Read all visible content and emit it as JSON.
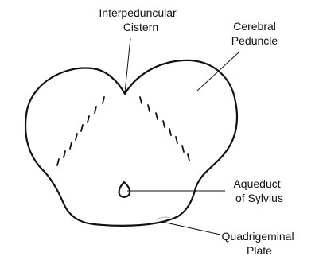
{
  "labels": {
    "interpeduncular": [
      "Interpeduncular",
      "Cistern"
    ],
    "cerebral": [
      "Cerebral",
      "Peduncle"
    ],
    "aqueduct": [
      "Aqueduct",
      "of Sylvius"
    ],
    "quadrigeminal": [
      "Quadrigeminal",
      "Plate"
    ]
  },
  "colors": {
    "line": "#111111",
    "background": "#ffffff"
  }
}
